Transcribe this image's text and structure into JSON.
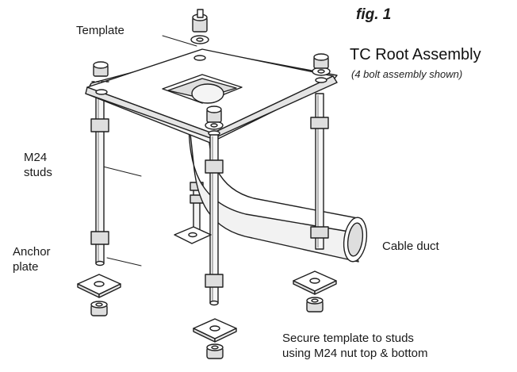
{
  "figure": {
    "fig_label": "fig. 1",
    "title": "TC Root Assembly",
    "subtitle": "(4 bolt assembly shown)"
  },
  "labels": {
    "template": "Template",
    "m24_line1": "M24",
    "m24_line2": "studs",
    "anchor_line1": "Anchor",
    "anchor_line2": "plate",
    "cable_duct": "Cable duct",
    "note_line1": "Secure template to studs",
    "note_line2": "using M24 nut top & bottom"
  },
  "colors": {
    "stroke": "#1f1f1f",
    "fill": "#ffffff",
    "shade": "#dedede"
  }
}
